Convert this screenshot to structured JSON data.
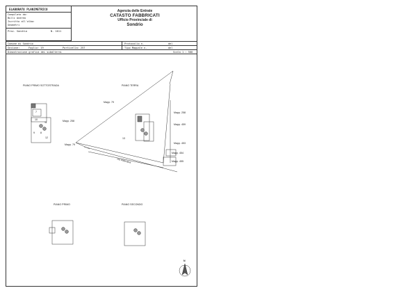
{
  "header": {
    "title": "ELABORATO PLANIMETRICO",
    "compiled_label": "Compilato da:",
    "compiler_name": "Bulli Andrea",
    "register_label": "Iscritto all'albo:",
    "register_name": "Geometri",
    "province_label": "Prov. Sondrio",
    "register_number": "N. 1611",
    "agency_line1": "Agenzia delle Entrate",
    "agency_line2": "CATASTO FABBRICATI",
    "agency_line3": "Ufficio Provinciale di",
    "agency_line4": "Sondrio"
  },
  "meta": {
    "comune_label": "Comune di Sondrio",
    "sezione_label": "Sezione:",
    "foglio": "Foglio: 19",
    "particella": "Particella: 257",
    "protocollo": "Protocollo n.",
    "del1": "del",
    "tipo_mappale": "Tipo Mappale n.",
    "del2": "del",
    "dimostrazione": "Dimostrazione grafica dei subalterni",
    "scala": "Scala 1 : 500"
  },
  "plans": {
    "primo_sottostrada": "PIANO PRIMO SOTTOSTRADA",
    "terra": "PIANO TERRA",
    "primo": "PIANO PRIMO",
    "secondo": "PIANO SECONDO"
  },
  "map_labels": {
    "mapp_79_top": "Mapp. 79",
    "mapp_79_left": "Mapp. 79",
    "mapp_258_left": "Mapp. 258",
    "mapp_258_right": "Mapp. 258",
    "mapp_459": "Mapp. 459",
    "mapp_453": "Mapp. 453",
    "mapp_454": "Mapp. 454",
    "mapp_455": "Mapp. 455",
    "via": "via Valeriana",
    "sub_13": "13"
  },
  "subalterni": {
    "s7": "7",
    "s10": "10",
    "s11": "11",
    "s9": "9",
    "s8": "8",
    "s12": "12"
  },
  "north": "N"
}
